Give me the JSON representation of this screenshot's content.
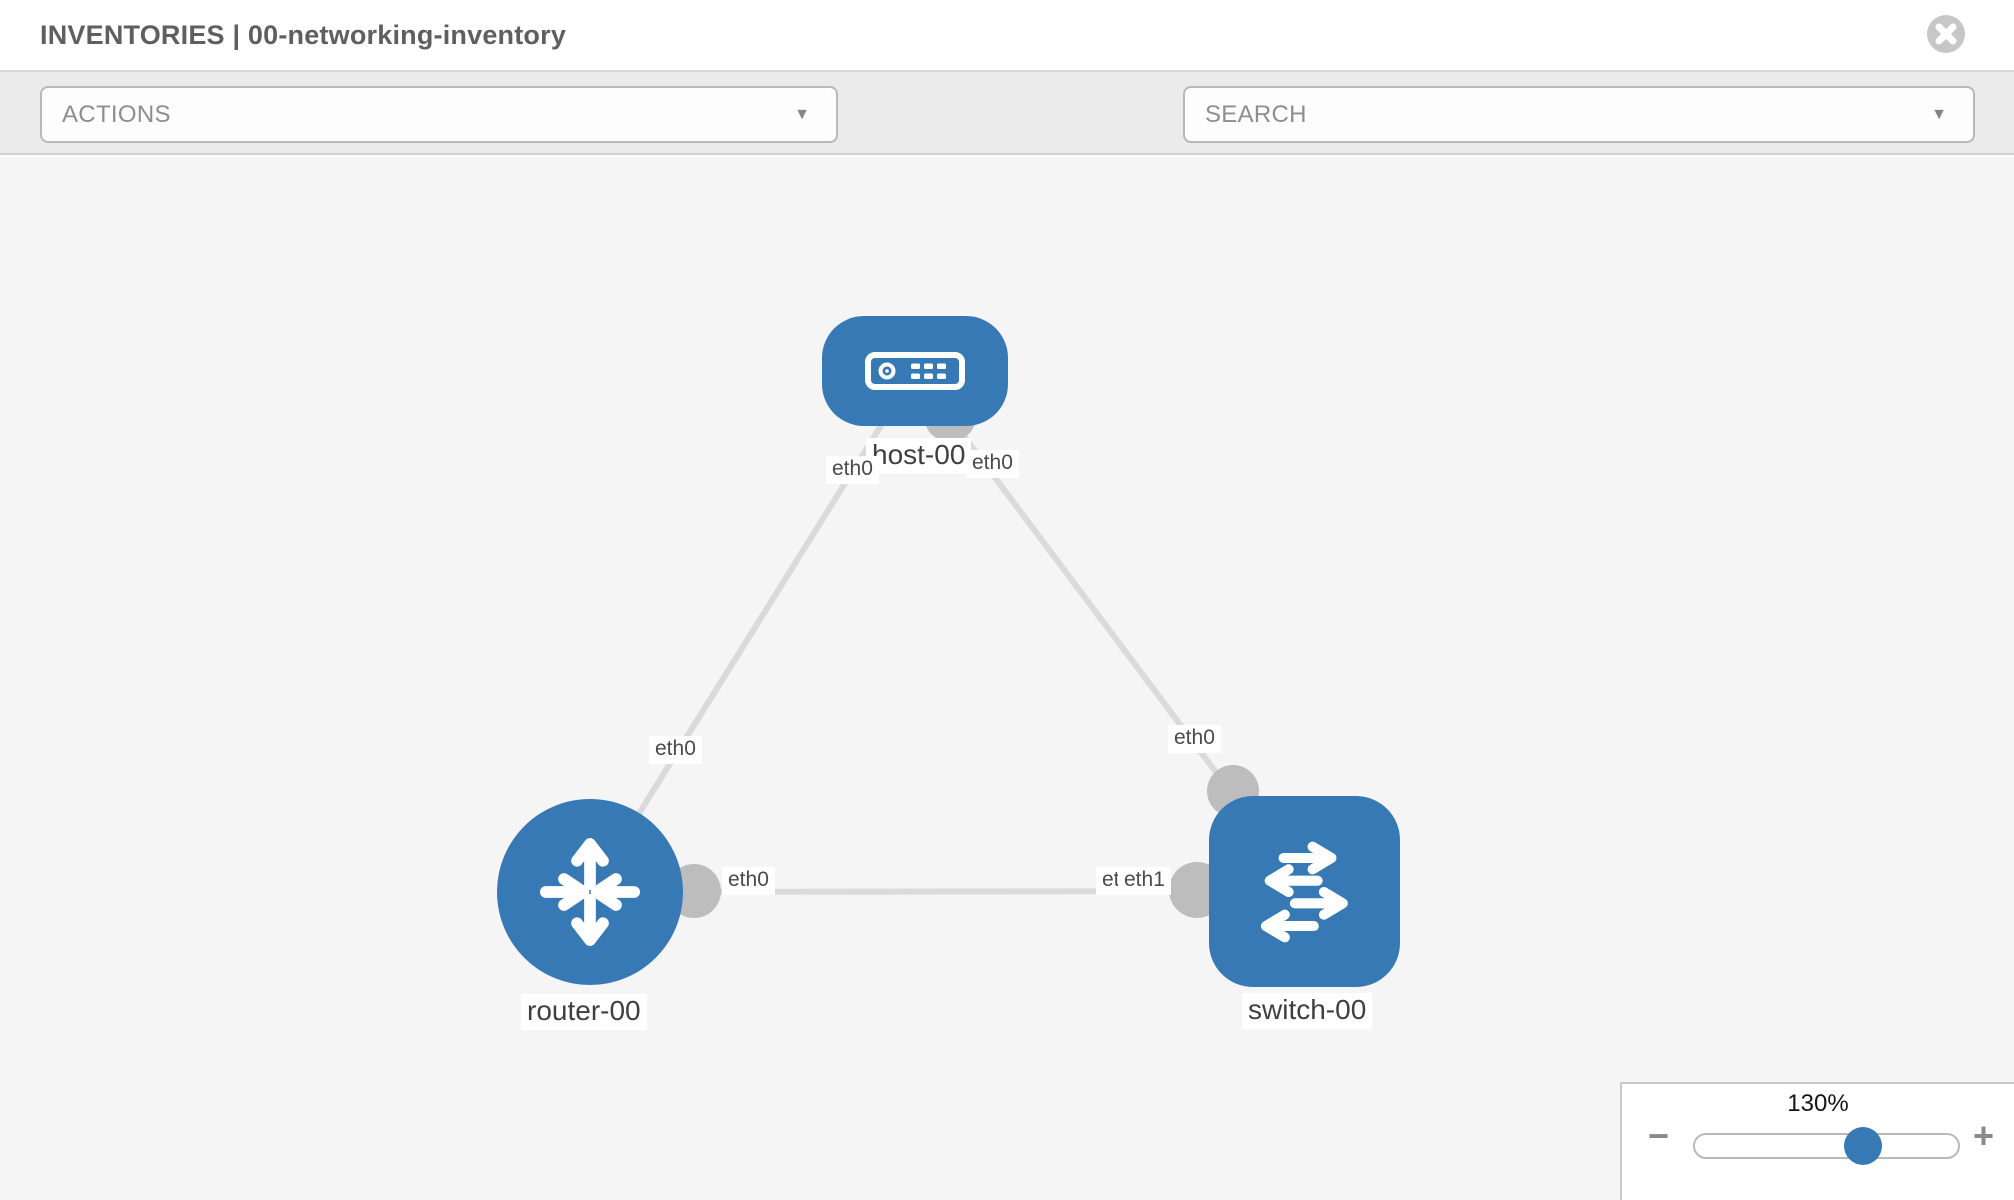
{
  "header": {
    "title": "INVENTORIES | 00-networking-inventory"
  },
  "toolbar": {
    "actions_placeholder": "ACTIONS",
    "search_placeholder": "SEARCH",
    "caret": "▼"
  },
  "icons": {
    "close": "circle-x",
    "wrench": "wrench",
    "key": "key",
    "caret": "chevron-down",
    "host": "server-device",
    "router": "four-way-arrows",
    "switch": "exchange-arrows"
  },
  "canvas": {
    "nodes": [
      {
        "label": "host-00",
        "type": "host"
      },
      {
        "label": "router-00",
        "type": "router"
      },
      {
        "label": "switch-00",
        "type": "switch"
      }
    ],
    "links": [
      {
        "from": "host-00",
        "to": "router-00",
        "from_interface": "eth0",
        "to_interface": "eth0"
      },
      {
        "from": "host-00",
        "to": "switch-00",
        "from_interface": "eth0",
        "to_interface": "eth0"
      },
      {
        "from": "router-00",
        "to": "switch-00",
        "from_interface": "eth0",
        "to_interface": "eth1",
        "to_interface_underlying": "eth0"
      }
    ]
  },
  "zoom_control": {
    "value": "130%",
    "minus": "−",
    "plus": "+"
  },
  "colors": {
    "node_blue": "#3779b5",
    "link_gray": "#dadada",
    "interface_gray": "#bdbdbd",
    "canvas_bg": "#f5f5f5",
    "toolbar_bg": "#ebebeb"
  }
}
